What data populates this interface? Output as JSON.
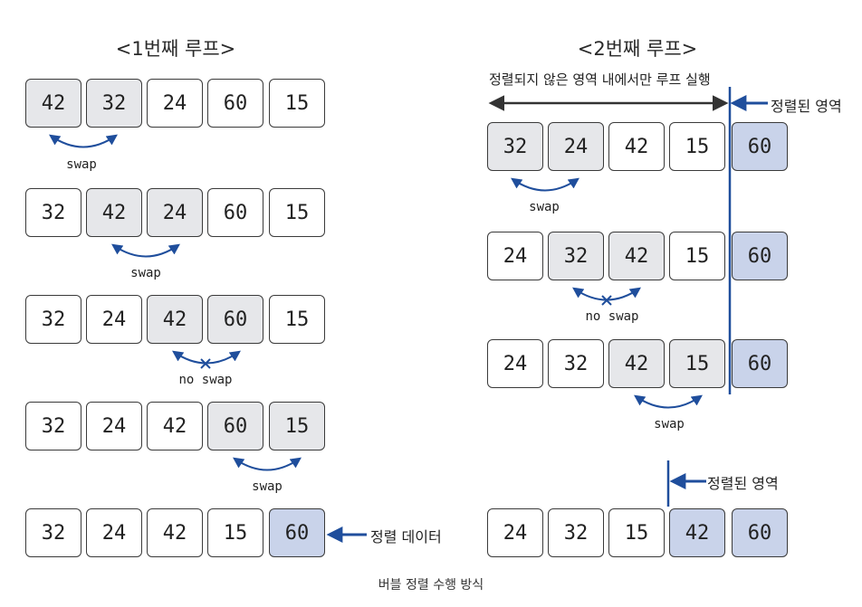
{
  "left": {
    "title": "<1번째 루프>",
    "rows": [
      {
        "cells": [
          "42",
          "32",
          "24",
          "60",
          "15"
        ],
        "styles": [
          "gray",
          "gray",
          "white",
          "white",
          "white"
        ],
        "label": "swap"
      },
      {
        "cells": [
          "32",
          "42",
          "24",
          "60",
          "15"
        ],
        "styles": [
          "white",
          "gray",
          "gray",
          "white",
          "white"
        ],
        "label": "swap"
      },
      {
        "cells": [
          "32",
          "24",
          "42",
          "60",
          "15"
        ],
        "styles": [
          "white",
          "white",
          "gray",
          "gray",
          "white"
        ],
        "label": "no swap"
      },
      {
        "cells": [
          "32",
          "24",
          "42",
          "60",
          "15"
        ],
        "styles": [
          "white",
          "white",
          "white",
          "gray",
          "gray"
        ],
        "label": "swap"
      },
      {
        "cells": [
          "32",
          "24",
          "42",
          "15",
          "60"
        ],
        "styles": [
          "white",
          "white",
          "white",
          "white",
          "blue"
        ]
      }
    ],
    "sorted_data_label": "정렬 데이터"
  },
  "right": {
    "title": "<2번째 루프>",
    "range_label": "정렬되지 않은 영역 내에서만 루프 실행",
    "sorted_area_label": "정렬된 영역",
    "rows": [
      {
        "cells": [
          "32",
          "24",
          "42",
          "15",
          "60"
        ],
        "styles": [
          "gray",
          "gray",
          "white",
          "white",
          "blue"
        ],
        "label": "swap"
      },
      {
        "cells": [
          "24",
          "32",
          "42",
          "15",
          "60"
        ],
        "styles": [
          "white",
          "gray",
          "gray",
          "white",
          "blue"
        ],
        "label": "no swap"
      },
      {
        "cells": [
          "24",
          "32",
          "42",
          "15",
          "60"
        ],
        "styles": [
          "white",
          "white",
          "gray",
          "gray",
          "blue"
        ],
        "label": "swap"
      },
      {
        "cells": [
          "24",
          "32",
          "15",
          "42",
          "60"
        ],
        "styles": [
          "white",
          "white",
          "white",
          "blue",
          "blue"
        ]
      }
    ],
    "bottom_sorted_label": "정렬된 영역"
  },
  "caption": "버블 정렬 수행 방식",
  "colors": {
    "compare_fill": "#e6e7ea",
    "sorted_fill": "#c9d3ea",
    "arrow_blue": "#1f4e9c",
    "line_blue": "#1f4e9c"
  }
}
